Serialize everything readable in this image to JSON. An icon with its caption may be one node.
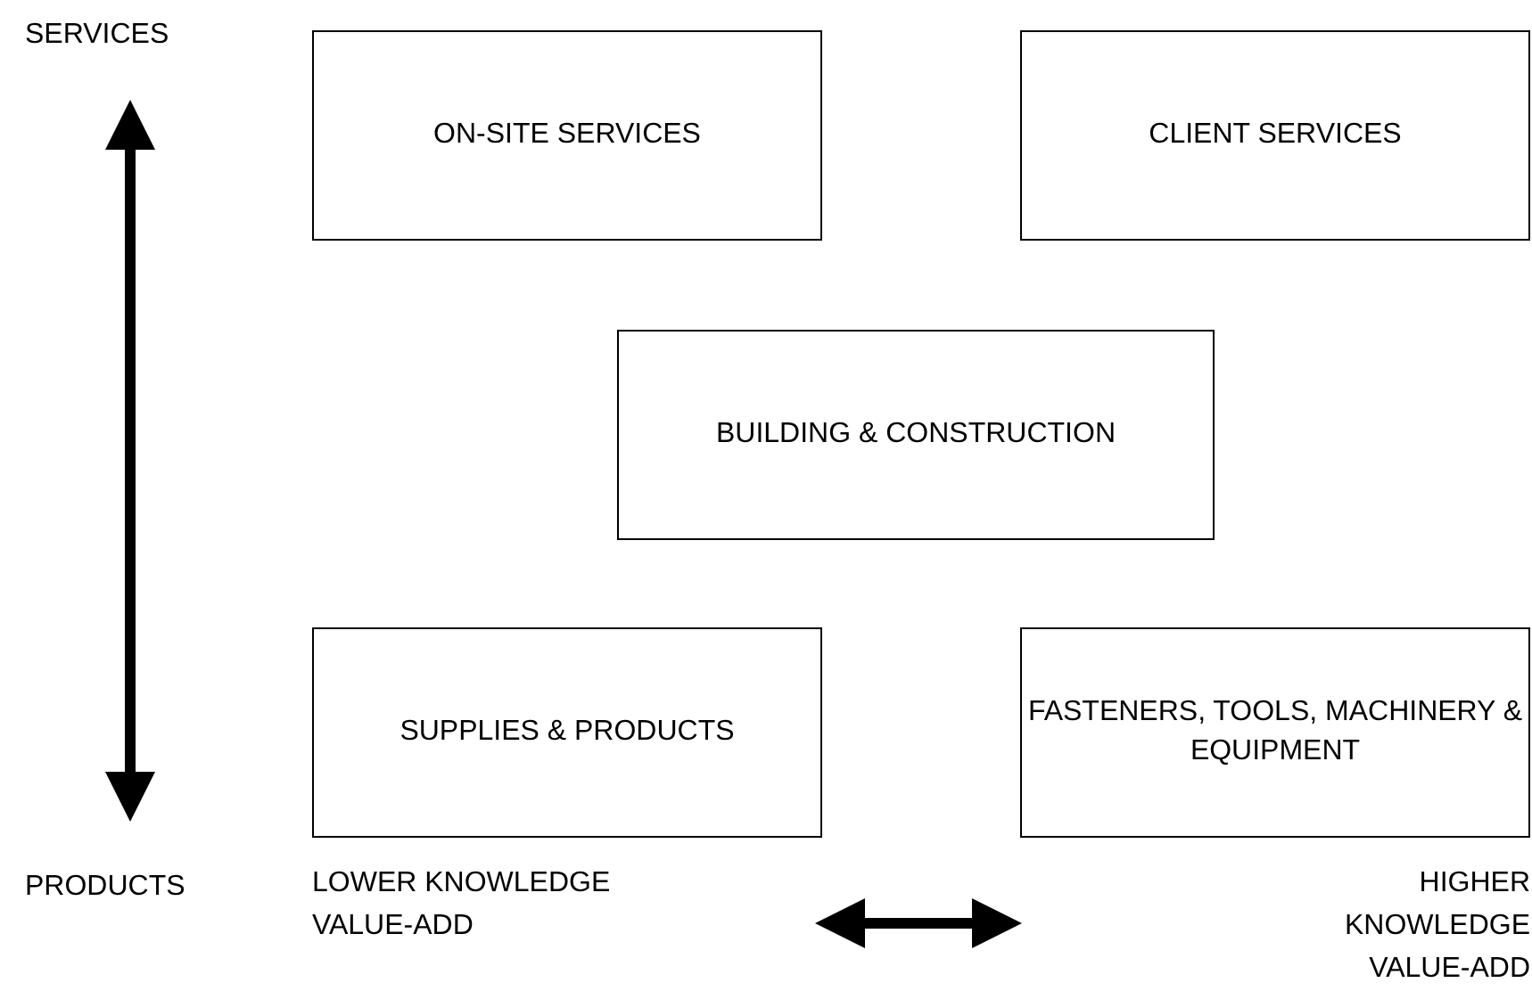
{
  "diagram": {
    "nodes": [
      {
        "text": [
          "ON-SITE SERVICES"
        ]
      },
      {
        "text": [
          "CLIENT SERVICES"
        ]
      },
      {
        "text": [
          "BUILDING & CONSTRUCTION"
        ]
      },
      {
        "text": [
          "SUPPLIES & PRODUCTS"
        ]
      },
      {
        "text": [
          "FASTENERS, TOOLS, MACHINERY & EQUIPMENT"
        ]
      }
    ],
    "labels": [
      "SERVICES",
      "PRODUCTS",
      "LOWER KNOWLEDGE VALUE-ADD",
      "HIGHER KNOWLEDGE VALUE-ADD"
    ]
  }
}
